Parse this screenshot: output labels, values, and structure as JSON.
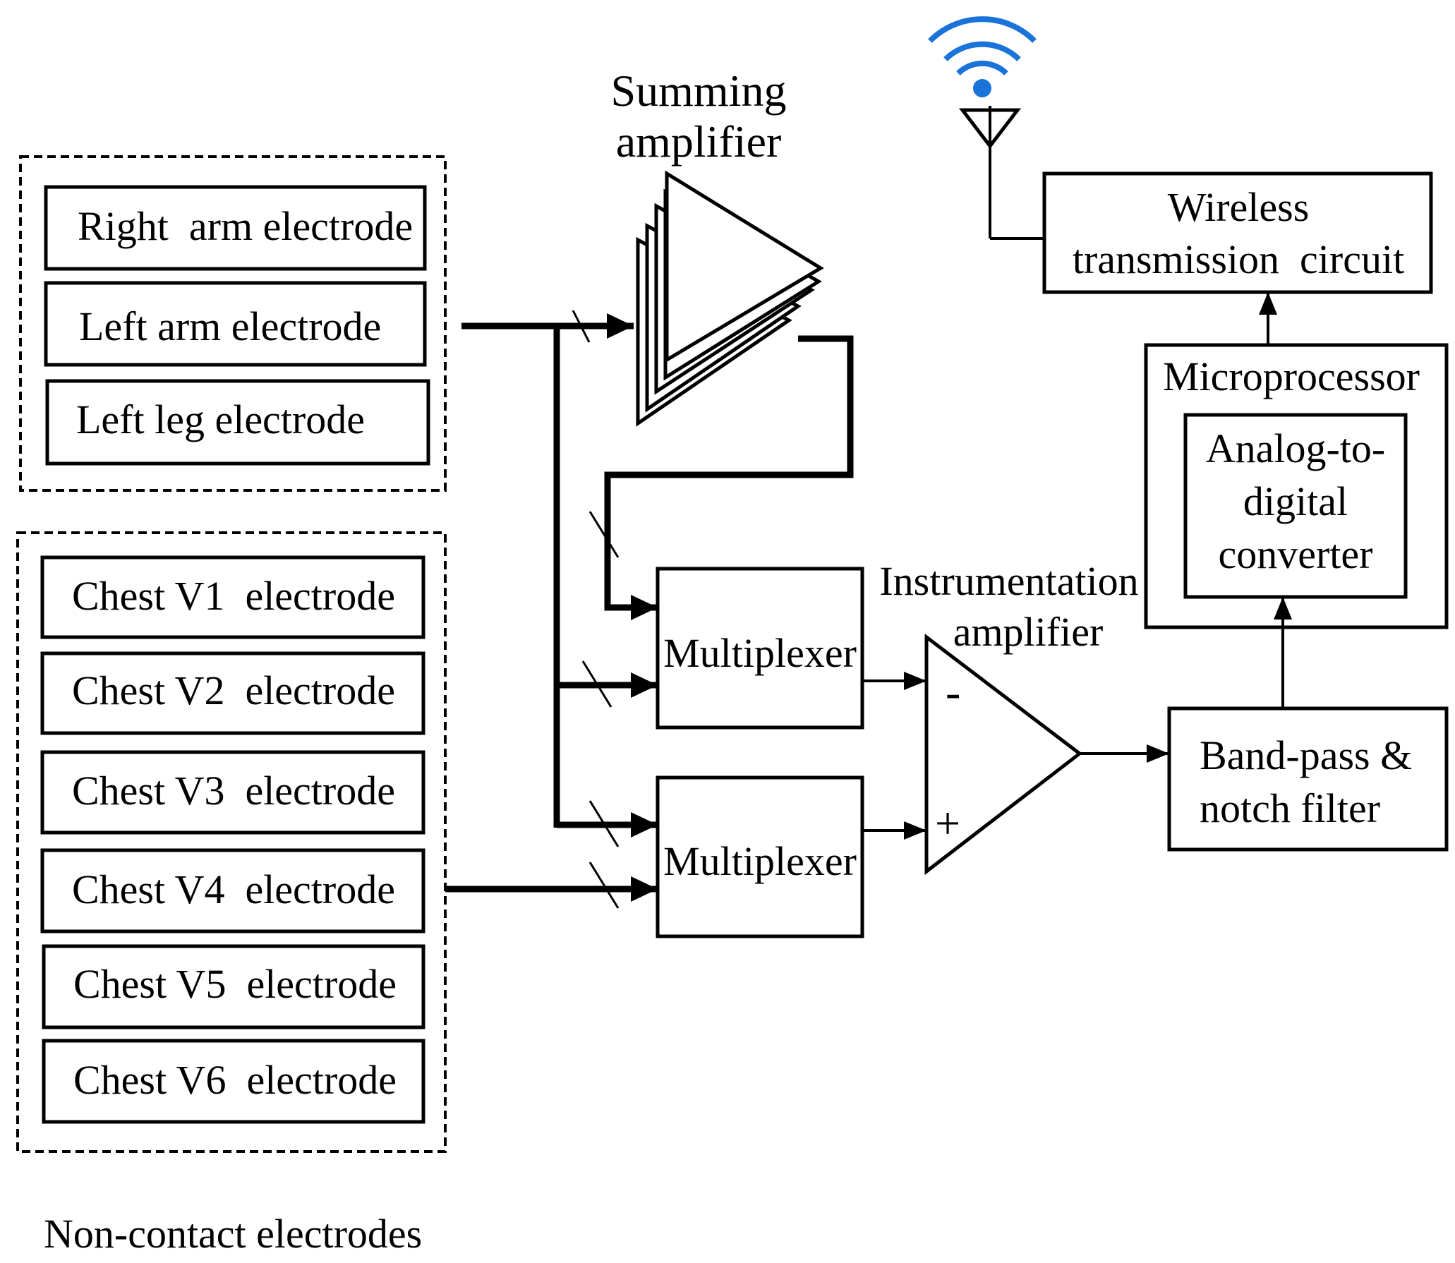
{
  "limb_electrodes": [
    "Right  arm electrode",
    "Left arm electrode",
    "Left leg electrode"
  ],
  "chest_electrodes": [
    "Chest V1  electrode",
    "Chest V2  electrode",
    "Chest V3  electrode",
    "Chest V4  electrode",
    "Chest V5  electrode",
    "Chest V6  electrode"
  ],
  "group_caption": "Non-contact electrodes",
  "summing_amplifier": [
    "Summing",
    "amplifier"
  ],
  "multiplexer_top": "Multiplexer",
  "multiplexer_bottom": "Multiplexer",
  "instrumentation_amplifier": [
    "Instrumentation",
    "amplifier"
  ],
  "minus_sign": "-",
  "plus_sign": "+",
  "filter": [
    "Band-pass &",
    "notch filter"
  ],
  "microprocessor": "Microprocessor",
  "adc": [
    "Analog-to-",
    "digital",
    "converter"
  ],
  "wireless": [
    "Wireless",
    "transmission  circuit"
  ],
  "colors": {
    "line": "#000000",
    "wifi": "#1a73d9",
    "background": "#ffffff"
  },
  "icons": {
    "wifi": "wifi-signal-icon",
    "antenna": "antenna-icon"
  }
}
